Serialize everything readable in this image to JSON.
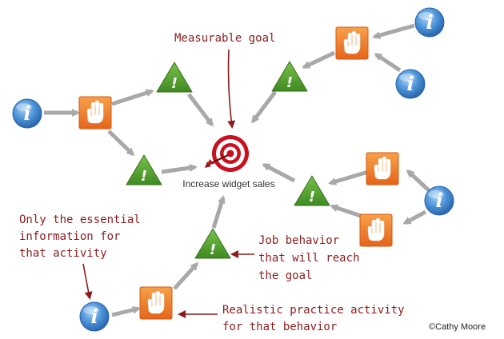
{
  "goal": {
    "label": "Increase widget sales",
    "icon": "target-icon",
    "accent_color": "#b5121b"
  },
  "annotations": {
    "measurable_goal": "Measurable goal",
    "essential_info": [
      "Only the essential",
      "information for",
      "that activity"
    ],
    "job_behavior": [
      "Job behavior",
      "that will reach",
      "the goal"
    ],
    "practice_activity": [
      "Realistic practice activity",
      "for that behavior"
    ]
  },
  "credit": "©Cathy Moore",
  "legend_icons": {
    "information": "info-icon",
    "practice": "hand-icon",
    "behavior": "warning-icon"
  },
  "colors": {
    "info": "#3b7fc4",
    "practice": "#f07820",
    "behavior": "#4b9a2a",
    "arrow": "#a8a8a8",
    "annotation": "#8a1c1c"
  }
}
